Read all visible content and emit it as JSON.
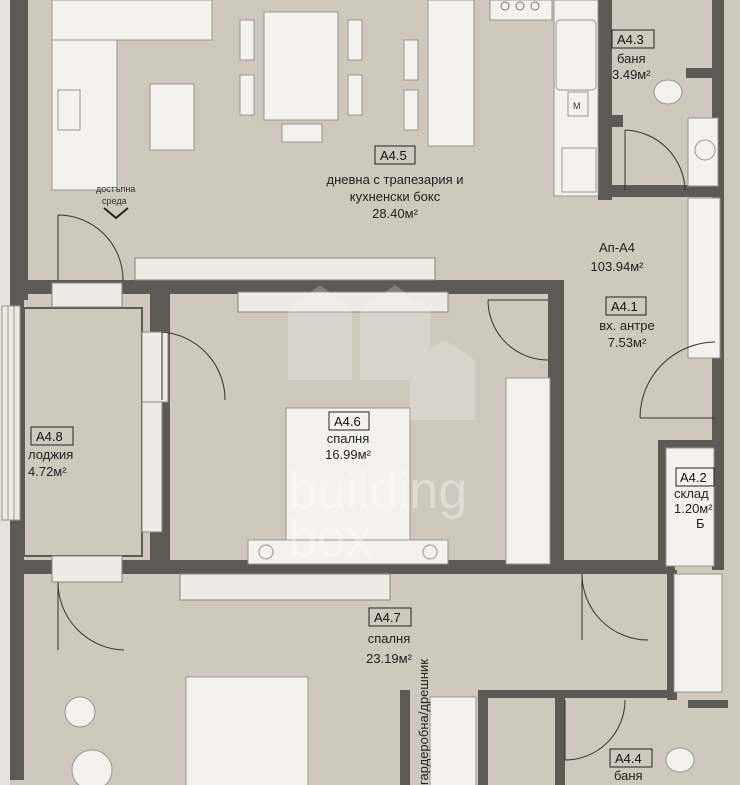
{
  "apartment": {
    "code": "Ап-А4",
    "area": "103.94м²"
  },
  "rooms": [
    {
      "id": "a45",
      "code": "А4.5",
      "name_line1": "дневна с трапезария и",
      "name_line2": "кухненски бокс",
      "area": "28.40м²"
    },
    {
      "id": "a41",
      "code": "А4.1",
      "name_line1": "вх. антре",
      "area": "7.53м²"
    },
    {
      "id": "a43",
      "code": "А4.3",
      "name_line1": "баня",
      "area": "3.49м²"
    },
    {
      "id": "a46",
      "code": "А4.6",
      "name_line1": "спалня",
      "area": "16.99м²"
    },
    {
      "id": "a48",
      "code": "А4.8",
      "name_line1": "лоджия",
      "area": "4.72м²"
    },
    {
      "id": "a42",
      "code": "А4.2",
      "name_line1": "склад",
      "area": "1.20м²"
    },
    {
      "id": "a47",
      "code": "А4.7",
      "name_line1": "спалня",
      "area": "23.19м²"
    },
    {
      "id": "a44",
      "code": "А4.4",
      "name_line1": "баня"
    }
  ],
  "annotations": {
    "accessible_line1": "достъпна",
    "accessible_line2": "среда",
    "wardrobe": "гардеробна/дрешник",
    "storage_letter": "Б",
    "washer_letter": "М"
  },
  "watermark": {
    "line1": "building",
    "line2": "box"
  },
  "colors": {
    "floor": "#cfc8bd",
    "wall": "#5d5a55",
    "furniture": "#f4f2ee",
    "outline": "#9a958d"
  }
}
